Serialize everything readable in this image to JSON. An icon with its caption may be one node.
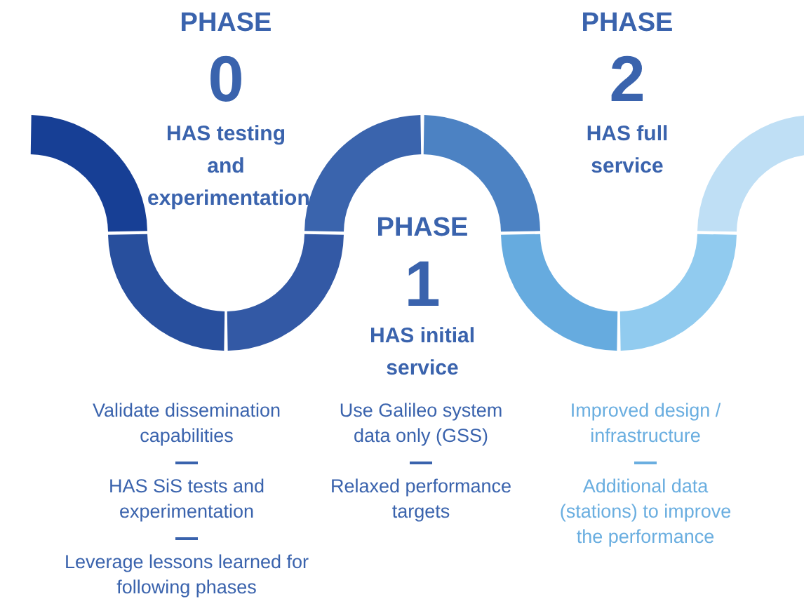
{
  "diagram": {
    "labels": [
      "PHASE",
      "0",
      "HAS testing and experimentation",
      "PHASE",
      "2",
      "HAS full service",
      "PHASE",
      "1",
      "HAS initial service",
      "Validate dissemination capabilities",
      "HAS SiS tests and experimentation",
      "Leverage lessons learned for following phases",
      "Use Galileo system data only (GSS)",
      "Relaxed performance targets",
      "Improved design / infrastructure",
      "Additional data (stations) to improve the performance"
    ]
  }
}
